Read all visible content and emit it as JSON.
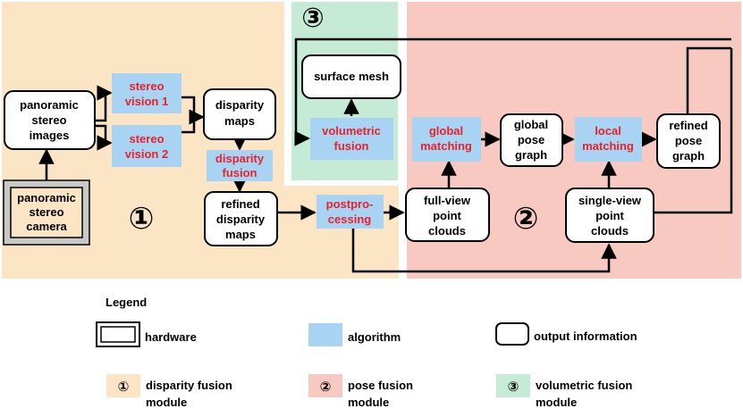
{
  "colors": {
    "disparity_bg": "#fce5c5",
    "pose_bg": "#f7c9c1",
    "volumetric_bg": "#c5ead6",
    "algorithm_fill": "#a9d3f3",
    "algorithm_text": "#e8222a",
    "hardware_fill": "#c8c8c8",
    "hardware_inner": "#fce5c5"
  },
  "modules": {
    "disparity_number": "①",
    "pose_number": "②",
    "volumetric_number": "③"
  },
  "nodes": {
    "panoramic_stereo_images": [
      "panoramic",
      "stereo",
      "images"
    ],
    "stereo_vision_1": [
      "stereo",
      "vision 1"
    ],
    "stereo_vision_2": [
      "stereo",
      "vision 2"
    ],
    "disparity_maps": [
      "disparity",
      "maps"
    ],
    "disparity_fusion": [
      "disparity",
      "fusion"
    ],
    "refined_disparity_maps": [
      "refined",
      "disparity",
      "maps"
    ],
    "postprocessing": [
      "postpro-",
      "cessing"
    ],
    "panoramic_stereo_camera": [
      "panoramic",
      "stereo",
      "camera"
    ],
    "surface_mesh": [
      "surface mesh"
    ],
    "volumetric_fusion": [
      "volumetric",
      "fusion"
    ],
    "global_matching": [
      "global",
      "matching"
    ],
    "global_pose_graph": [
      "global",
      "pose",
      "graph"
    ],
    "local_matching": [
      "local",
      "matching"
    ],
    "refined_pose_graph": [
      "refined",
      "pose",
      "graph"
    ],
    "full_view_point_clouds": [
      "full-view",
      "point",
      "clouds"
    ],
    "single_view_point_clouds": [
      "single-view",
      "point",
      "clouds"
    ]
  },
  "legend": {
    "title": "Legend",
    "hardware": "hardware",
    "algorithm": "algorithm",
    "output_information": "output information",
    "disparity_module": [
      "disparity fusion",
      "module"
    ],
    "pose_module": [
      "pose fusion",
      "module"
    ],
    "volumetric_module": [
      "volumetric fusion",
      "module"
    ]
  }
}
